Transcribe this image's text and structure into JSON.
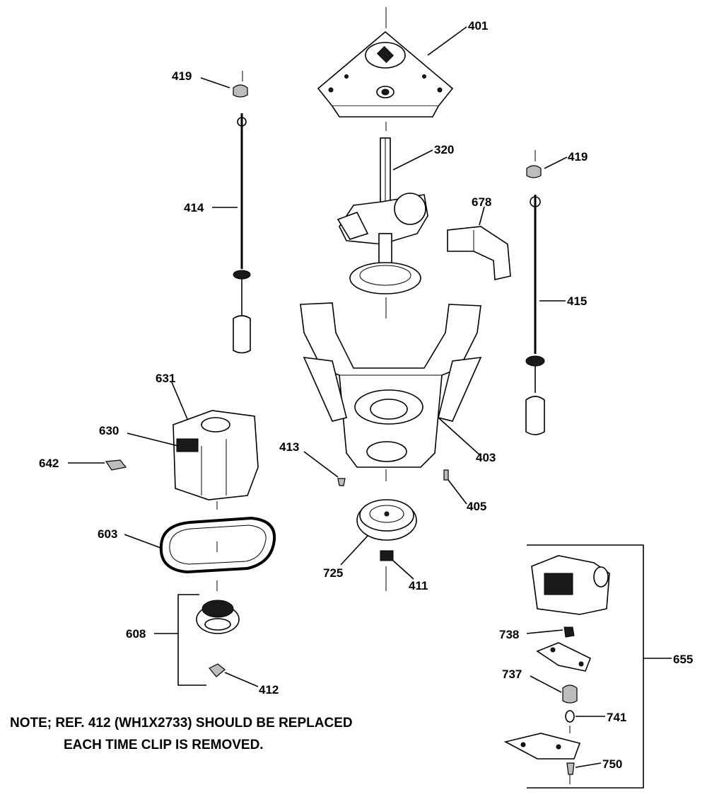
{
  "labels": {
    "l401": "401",
    "l419a": "419",
    "l419b": "419",
    "l320": "320",
    "l678": "678",
    "l414": "414",
    "l415": "415",
    "l631": "631",
    "l630": "630",
    "l642": "642",
    "l413": "413",
    "l403": "403",
    "l405": "405",
    "l603": "603",
    "l725": "725",
    "l411": "411",
    "l608": "608",
    "l412": "412",
    "l738": "738",
    "l655": "655",
    "l737": "737",
    "l741": "741",
    "l750": "750"
  },
  "note": {
    "line1": "NOTE; REF. 412 (WH1X2733) SHOULD BE REPLACED",
    "line2": "EACH TIME CLIP IS REMOVED."
  }
}
